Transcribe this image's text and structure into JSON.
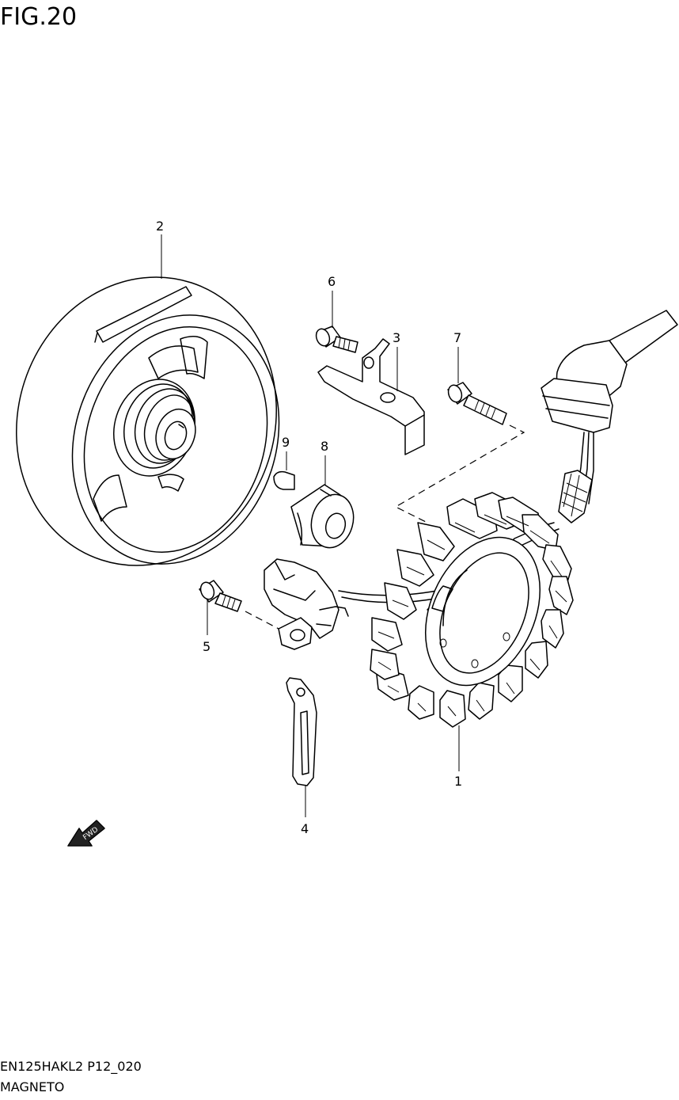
{
  "figure": {
    "title": "FIG.20"
  },
  "footer": {
    "model_code": "EN125HAKL2 P12_020",
    "section_name": "MAGNETO"
  },
  "callouts": [
    {
      "id": "c1",
      "label": "1"
    },
    {
      "id": "c2",
      "label": "2"
    },
    {
      "id": "c3",
      "label": "3"
    },
    {
      "id": "c4",
      "label": "4"
    },
    {
      "id": "c5",
      "label": "5"
    },
    {
      "id": "c6",
      "label": "6"
    },
    {
      "id": "c7",
      "label": "7"
    },
    {
      "id": "c8",
      "label": "8"
    },
    {
      "id": "c9",
      "label": "9"
    }
  ],
  "fwd_arrow": {
    "label": "FWD"
  }
}
